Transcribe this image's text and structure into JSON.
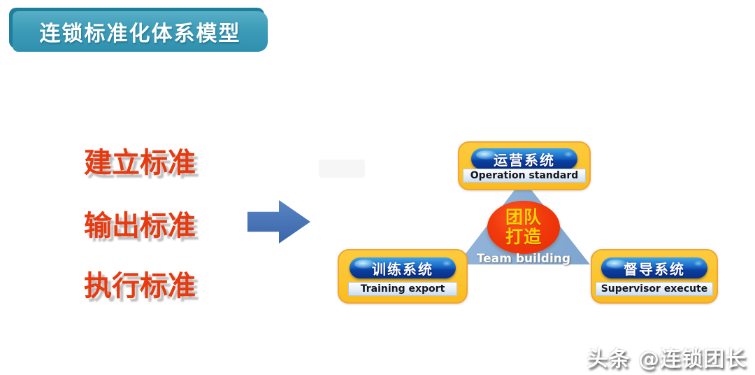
{
  "banner": {
    "title": "连锁标准化体系模型"
  },
  "steps": [
    {
      "label": "建立标准"
    },
    {
      "label": "输出标准"
    },
    {
      "label": "执行标准"
    }
  ],
  "diagram": {
    "center": {
      "line1": "团队",
      "line2": "打造",
      "subtitle": "Team building"
    },
    "nodes": [
      {
        "id": "top",
        "title": "运营系统",
        "subtitle": "Operation standard"
      },
      {
        "id": "bottom-left",
        "title": "训练系统",
        "subtitle": "Training export"
      },
      {
        "id": "bottom-right",
        "title": "督导系统",
        "subtitle": "Supervisor execute"
      }
    ]
  },
  "watermark": {
    "text": "头条 @连锁团长"
  },
  "colors": {
    "banner_teal": "#3d9cb8",
    "banner_edge_dark": "#1f7e9c",
    "step_red": "#e73a10",
    "arrow_blue": "#4a77b8",
    "node_yellow": "#fcc42e",
    "node_border_orange": "#f2a532",
    "pill_blue": "#0b3fa0",
    "strip_light_blue": "#c9dcf0",
    "triangle_steel_blue": "#88add4",
    "circle_red": "#e92b04",
    "circle_text_yellow": "#ffd400"
  }
}
